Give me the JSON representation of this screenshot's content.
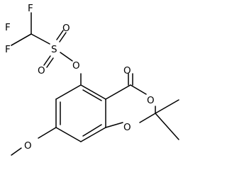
{
  "structure": {
    "atoms": {
      "f_top": "F",
      "f_left": "F",
      "f_bottom": "F",
      "s_sulfonyl": "S",
      "o_sulfonyl_upper": "O",
      "o_sulfonyl_lower": "O",
      "o_ester_link": "O",
      "o_carbonyl": "O",
      "o_ring_upper": "O",
      "o_ring_lower": "O",
      "o_methoxy": "O"
    },
    "colors": {
      "bond": "#000000",
      "label": "#000000",
      "background": "#ffffff"
    }
  }
}
